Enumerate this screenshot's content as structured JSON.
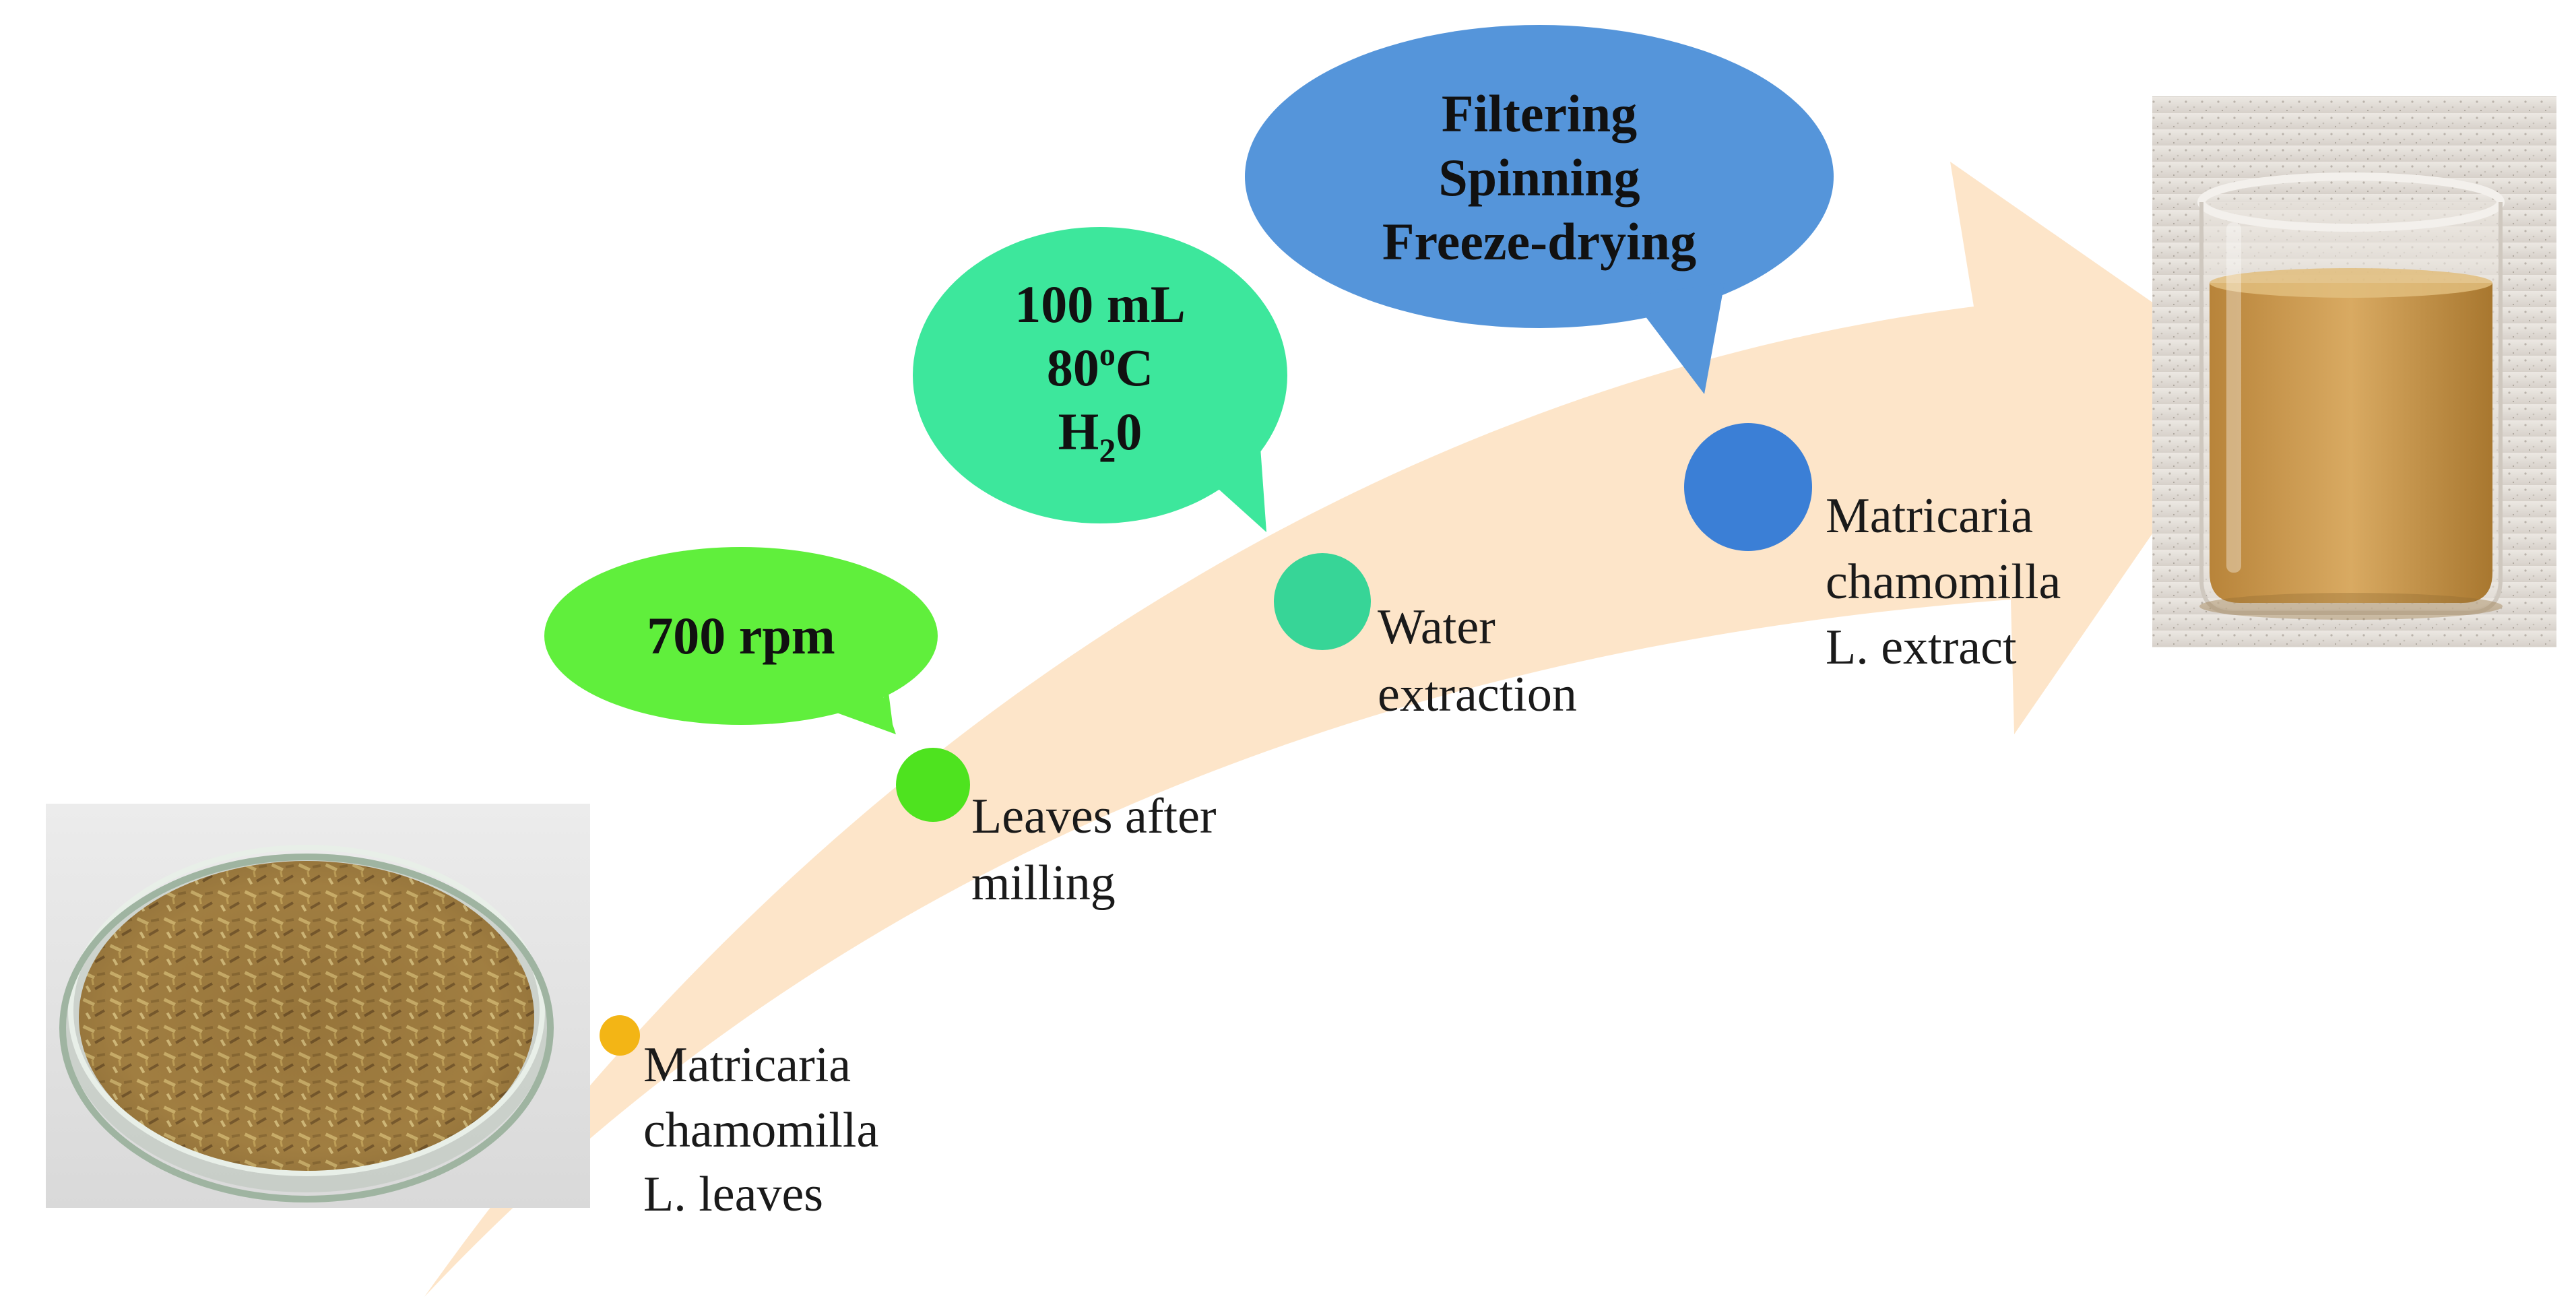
{
  "colors": {
    "arrow": "#fde5c9",
    "dot_leaves": "#f3b515",
    "dot_milling": "#4ee31f",
    "dot_water": "#37d597",
    "dot_extract": "#3b7fd6",
    "bubble_rpm": "#60ef3c",
    "bubble_water": "#3de79c",
    "bubble_filter": "#5595da"
  },
  "images": {
    "leaves_photo": "petri-dish-of-dried-chamomile-leaves",
    "extract_photo": "beaker-of-amber-chamomile-extract"
  },
  "steps": [
    {
      "id": "leaves",
      "lines": [
        "Matricaria",
        "chamomilla",
        "L. leaves"
      ]
    },
    {
      "id": "milling",
      "lines": [
        "Leaves after",
        "milling"
      ]
    },
    {
      "id": "water",
      "lines": [
        "Water",
        "extraction"
      ]
    },
    {
      "id": "extract",
      "lines": [
        "Matricaria",
        "chamomilla",
        "L. extract"
      ]
    }
  ],
  "bubbles": {
    "rpm": {
      "lines": [
        "700 rpm"
      ]
    },
    "water": {
      "line1": "100 mL",
      "temp_value": "80",
      "temp_degree": "o",
      "temp_unit": "C",
      "h2o_h": "H",
      "h2o_sub": "2",
      "h2o_tail": "0"
    },
    "filter": {
      "lines": [
        "Filtering",
        "Spinning",
        "Freeze-drying"
      ]
    }
  }
}
